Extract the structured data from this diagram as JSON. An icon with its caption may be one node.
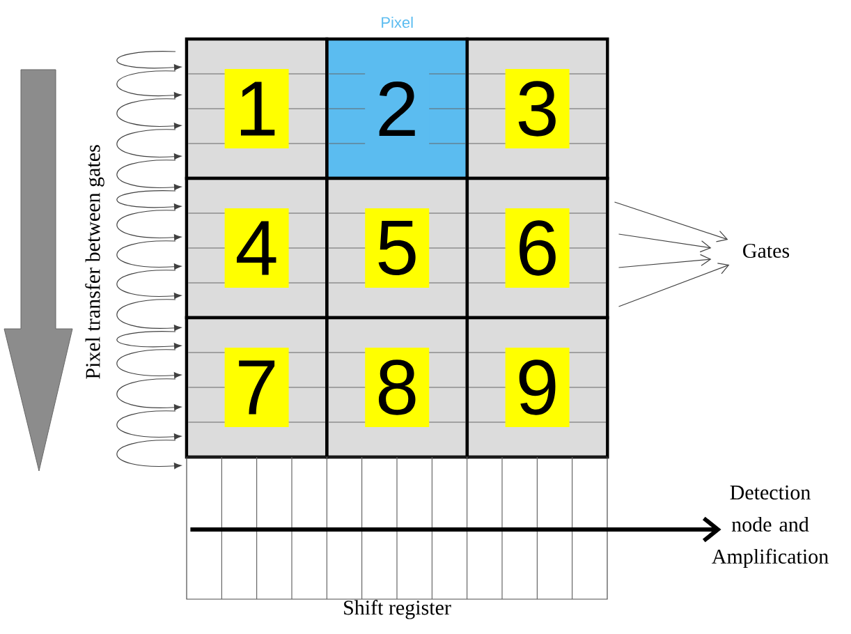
{
  "diagram": {
    "nodes": [
      {
        "text": [
          "1"
        ]
      },
      {
        "text": [
          "2"
        ],
        "beside": [
          "Pixel"
        ]
      },
      {
        "text": [
          "3"
        ]
      },
      {
        "text": [
          "4"
        ]
      },
      {
        "text": [
          "5"
        ]
      },
      {
        "text": [
          "6"
        ]
      },
      {
        "text": [
          "7"
        ]
      },
      {
        "text": [
          "8"
        ]
      },
      {
        "text": [
          "9"
        ]
      },
      {
        "text": [
          "Gates"
        ]
      },
      {
        "text": [
          "Shift register"
        ]
      },
      {
        "text": [
          "Detection node and Amplification"
        ]
      }
    ],
    "edges": [
      {
        "from": 5,
        "to": 9,
        "arrow": "to"
      },
      {
        "from": 5,
        "to": 9,
        "arrow": "to"
      },
      {
        "from": 5,
        "to": 9,
        "arrow": "to"
      },
      {
        "from": 5,
        "to": 9,
        "arrow": "to"
      },
      {
        "from": 10,
        "to": 11,
        "arrow": "to",
        "style": "thick"
      }
    ],
    "labels": [
      "Pixel transfer between gates"
    ]
  }
}
